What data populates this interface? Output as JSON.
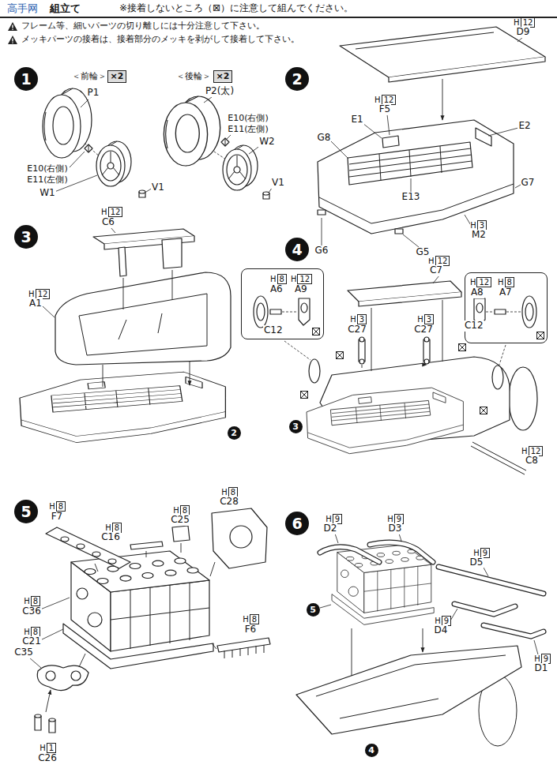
{
  "diagram": {
    "title": "組立て",
    "nodes": [
      {
        "text": [
          "1"
        ]
      },
      {
        "text": [
          "×2"
        ]
      },
      {
        "text": [
          "×2"
        ]
      },
      {
        "text": [
          "2"
        ]
      },
      {
        "text": [
          "H",
          "12"
        ]
      },
      {
        "text": [
          "H",
          "12"
        ]
      },
      {
        "text": [
          "H",
          "3"
        ]
      },
      {
        "text": [
          "3"
        ]
      },
      {
        "text": [
          "H",
          "12"
        ]
      },
      {
        "text": [
          "H",
          "12"
        ]
      },
      {
        "text": [
          "2"
        ]
      },
      {
        "text": [
          "4"
        ]
      },
      {
        "text": [
          "A6",
          "A9",
          "C12"
        ]
      },
      {
        "text": [
          "H",
          "8"
        ],
        "in": 12
      },
      {
        "text": [
          "H",
          "12"
        ],
        "in": 12
      },
      {
        "text": [
          "H",
          "12"
        ]
      },
      {
        "text": [
          "H",
          "3"
        ]
      },
      {
        "text": [
          "H",
          "3"
        ]
      },
      {
        "text": [
          "A8",
          "A7",
          "C12"
        ]
      },
      {
        "text": [
          "H",
          "12"
        ],
        "in": 18
      },
      {
        "text": [
          "H",
          "8"
        ],
        "in": 18
      },
      {
        "text": [
          "3"
        ]
      },
      {
        "text": [
          "H",
          "12"
        ]
      },
      {
        "text": [
          "5"
        ]
      },
      {
        "text": [
          "H",
          "8"
        ]
      },
      {
        "text": [
          "H",
          "8"
        ]
      },
      {
        "text": [
          "H",
          "8"
        ]
      },
      {
        "text": [
          "H",
          "8"
        ]
      },
      {
        "text": [
          "H",
          "8"
        ]
      },
      {
        "text": [
          "H",
          "8"
        ]
      },
      {
        "text": [
          "H",
          "8"
        ]
      },
      {
        "text": [
          "H",
          "1"
        ]
      },
      {
        "text": [
          "6"
        ]
      },
      {
        "text": [
          "H",
          "9"
        ]
      },
      {
        "text": [
          "H",
          "9"
        ]
      },
      {
        "text": [
          "H",
          "9"
        ]
      },
      {
        "text": [
          "H",
          "9"
        ]
      },
      {
        "text": [
          "5"
        ]
      },
      {
        "text": [
          "H",
          "9"
        ]
      },
      {
        "text": [
          "4"
        ]
      }
    ],
    "labels": [
      "高手网",
      "※接着しないところ（⊠）に注意して組んでください。",
      "フレーム等、細いパーツの切り離しには十分注意して下さい。",
      "メッキパーツの接着は、接着部分のメッキを剥がして接着して下さい。",
      "＜前輪＞",
      "＜後輪＞",
      "P1",
      "E10(右側)",
      "E11(左側)",
      "W1",
      "V1",
      "P2(太)",
      "E10(右側)",
      "E11(左側)",
      "W2",
      "V1",
      "D9",
      "F5",
      "E1",
      "G8",
      "E13",
      "E2",
      "G7",
      "M2",
      "G6",
      "G5",
      "C6",
      "A1",
      "C7",
      "C27",
      "C27",
      "C8",
      "F7",
      "C16",
      "C25",
      "C28",
      "C36",
      "C21",
      "C35",
      "F6",
      "C26",
      "D2",
      "D3",
      "D5",
      "D4",
      "D1"
    ]
  }
}
